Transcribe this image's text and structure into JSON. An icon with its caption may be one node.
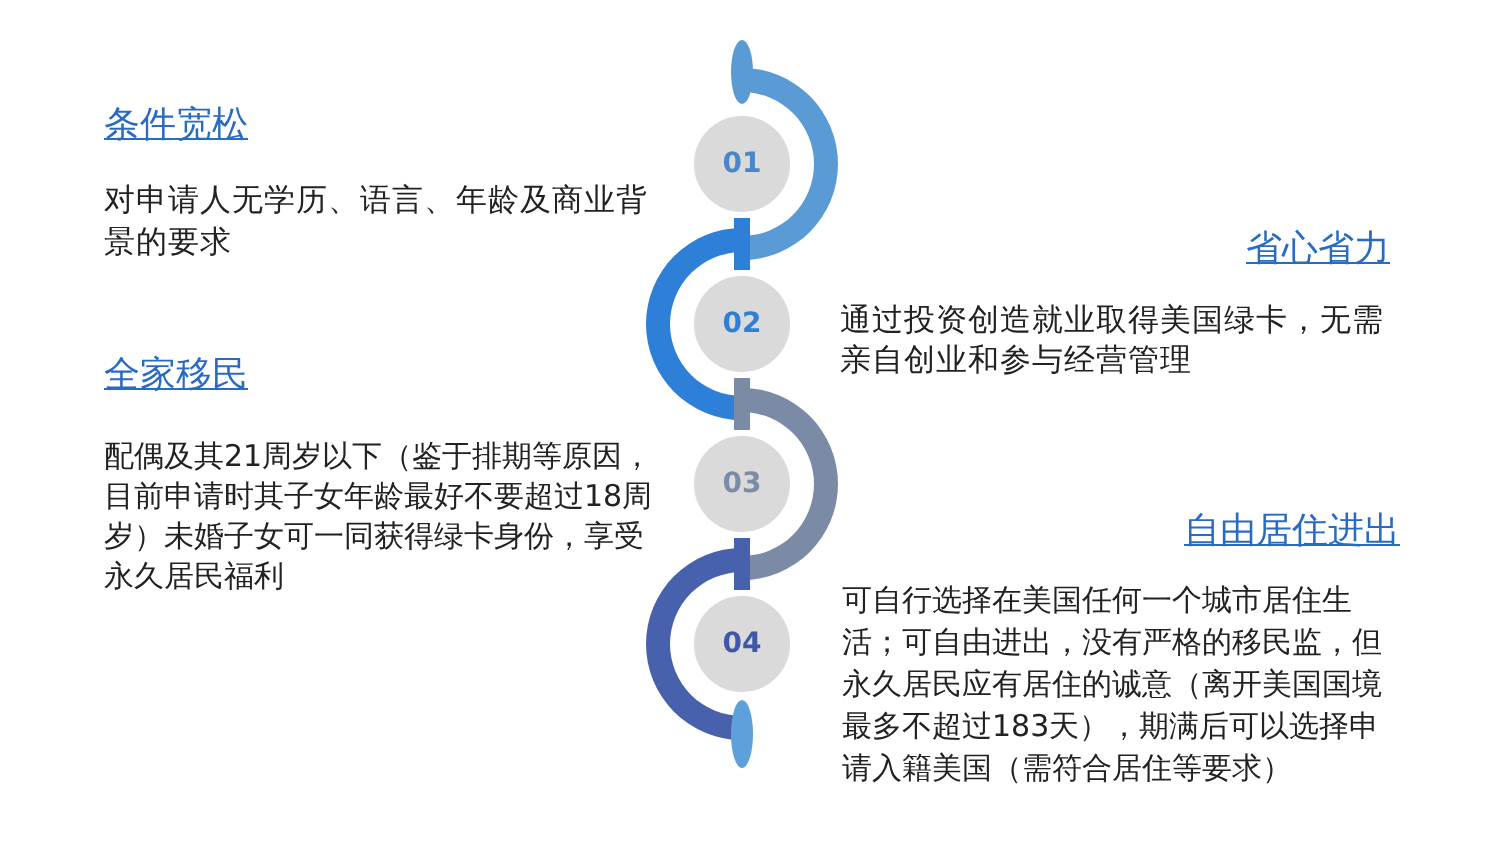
{
  "diagram": {
    "nodes": [
      {
        "text": [
          "01"
        ],
        "beside": [
          "条件宽松",
          "对申请人无学历、语言、年龄及商业背景的要求"
        ]
      },
      {
        "text": [
          "02"
        ],
        "beside": [
          "省心省力",
          "通过投资创造就业取得美国绿卡，无需亲自创业和参与经营管理"
        ]
      },
      {
        "text": [
          "03"
        ],
        "beside": [
          "全家移民",
          "配偶及其21周岁以下（鉴于排期等原因，目前申请时其子女年龄最好不要超过18周岁）未婚子女可一同获得绿卡身份，享受永久居民福利"
        ]
      },
      {
        "text": [
          "04"
        ],
        "beside": [
          "自由居住进出",
          "可自行选择在美国任何一个城市居住生活；可自由进出，没有严格的移民监，但永久居民应有居住的诚意（离开美国国境最多不超过183天），期满后可以选择申请入籍美国（需符合居住等要求）"
        ]
      }
    ],
    "edges": [
      {
        "from": 0,
        "to": 1,
        "arrow": "none",
        "color": "#2e7fd8"
      },
      {
        "from": 1,
        "to": 2,
        "arrow": "none",
        "color": "#7b8aa5"
      },
      {
        "from": 2,
        "to": 3,
        "arrow": "none",
        "color": "#4861ac"
      }
    ]
  }
}
